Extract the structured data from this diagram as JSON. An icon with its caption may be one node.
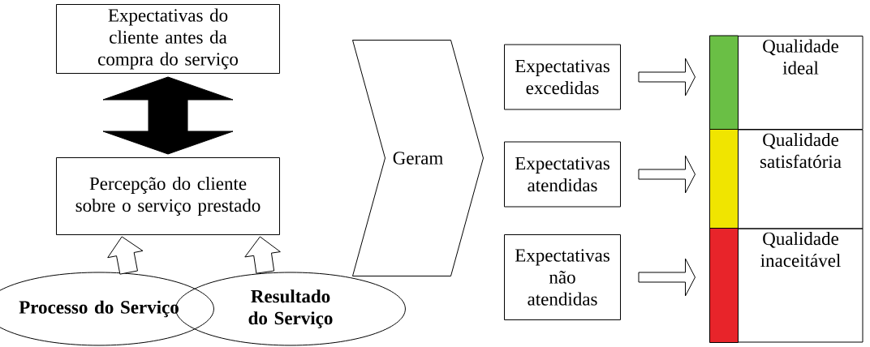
{
  "diagram": {
    "nodes": [
      {
        "text": [
          "Expectativas do cliente antes da compra do serviço"
        ]
      },
      {
        "text": [
          "Percepção do cliente sobre o serviço prestado"
        ]
      },
      {
        "text": [
          "Processo do Serviço"
        ]
      },
      {
        "text": [
          "Resultado do Serviço"
        ]
      },
      {
        "text": [
          "Geram"
        ]
      },
      {
        "text": [
          "Expectativas excedidas"
        ]
      },
      {
        "text": [
          "Expectativas atendidas"
        ]
      },
      {
        "text": [
          "Expectativas não atendidas"
        ]
      },
      {
        "text": [
          "Qualidade ideal"
        ]
      },
      {
        "text": [
          "Qualidade satisfatória"
        ]
      },
      {
        "text": [
          "Qualidade inaceitável"
        ]
      }
    ],
    "edges": [
      {
        "from": 0,
        "to": 1,
        "arrow": "both",
        "style": "thick"
      },
      {
        "from": 2,
        "to": 1,
        "arrow": "to"
      },
      {
        "from": 3,
        "to": 1,
        "arrow": "to"
      },
      {
        "from": 5,
        "to": 8,
        "arrow": "to"
      },
      {
        "from": 6,
        "to": 9,
        "arrow": "to"
      },
      {
        "from": 7,
        "to": 10,
        "arrow": "to"
      }
    ]
  }
}
